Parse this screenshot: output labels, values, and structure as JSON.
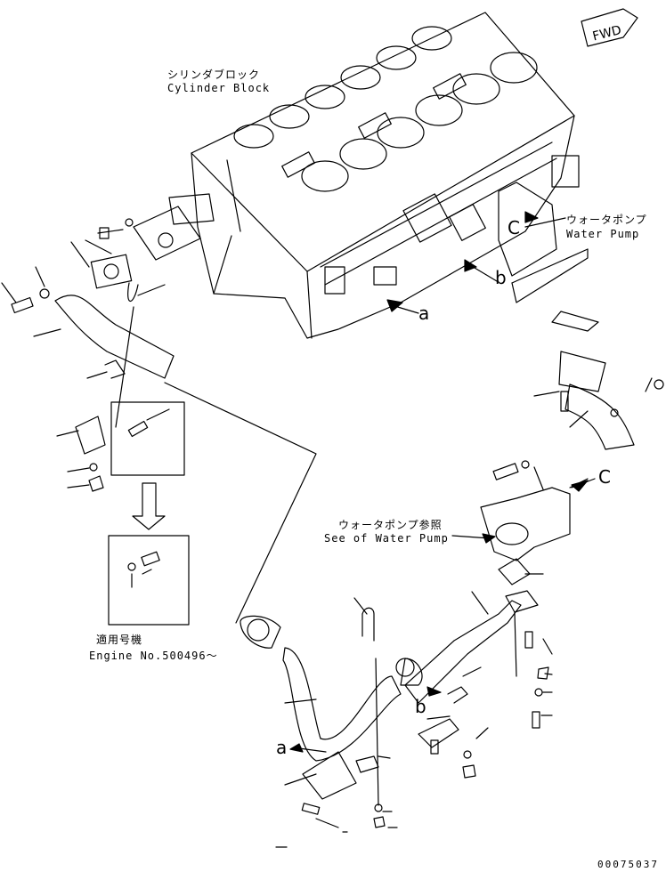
{
  "labels": {
    "cylinder_block_jp": "シリンダブロック",
    "cylinder_block_en": "Cylinder Block",
    "water_pump_jp": "ウォータポンプ",
    "water_pump_en": "Water Pump",
    "see_water_pump_jp": "ウォータポンプ参照",
    "see_water_pump_en": "See of Water Pump",
    "applicable_jp": "適用号機",
    "engine_no": "Engine No.500496～",
    "fwd": "FWD",
    "ref_a1": "a",
    "ref_a2": "a",
    "ref_b1": "b",
    "ref_b2": "b",
    "ref_c1": "C",
    "ref_c2": "C"
  },
  "doc_id": "00075037"
}
